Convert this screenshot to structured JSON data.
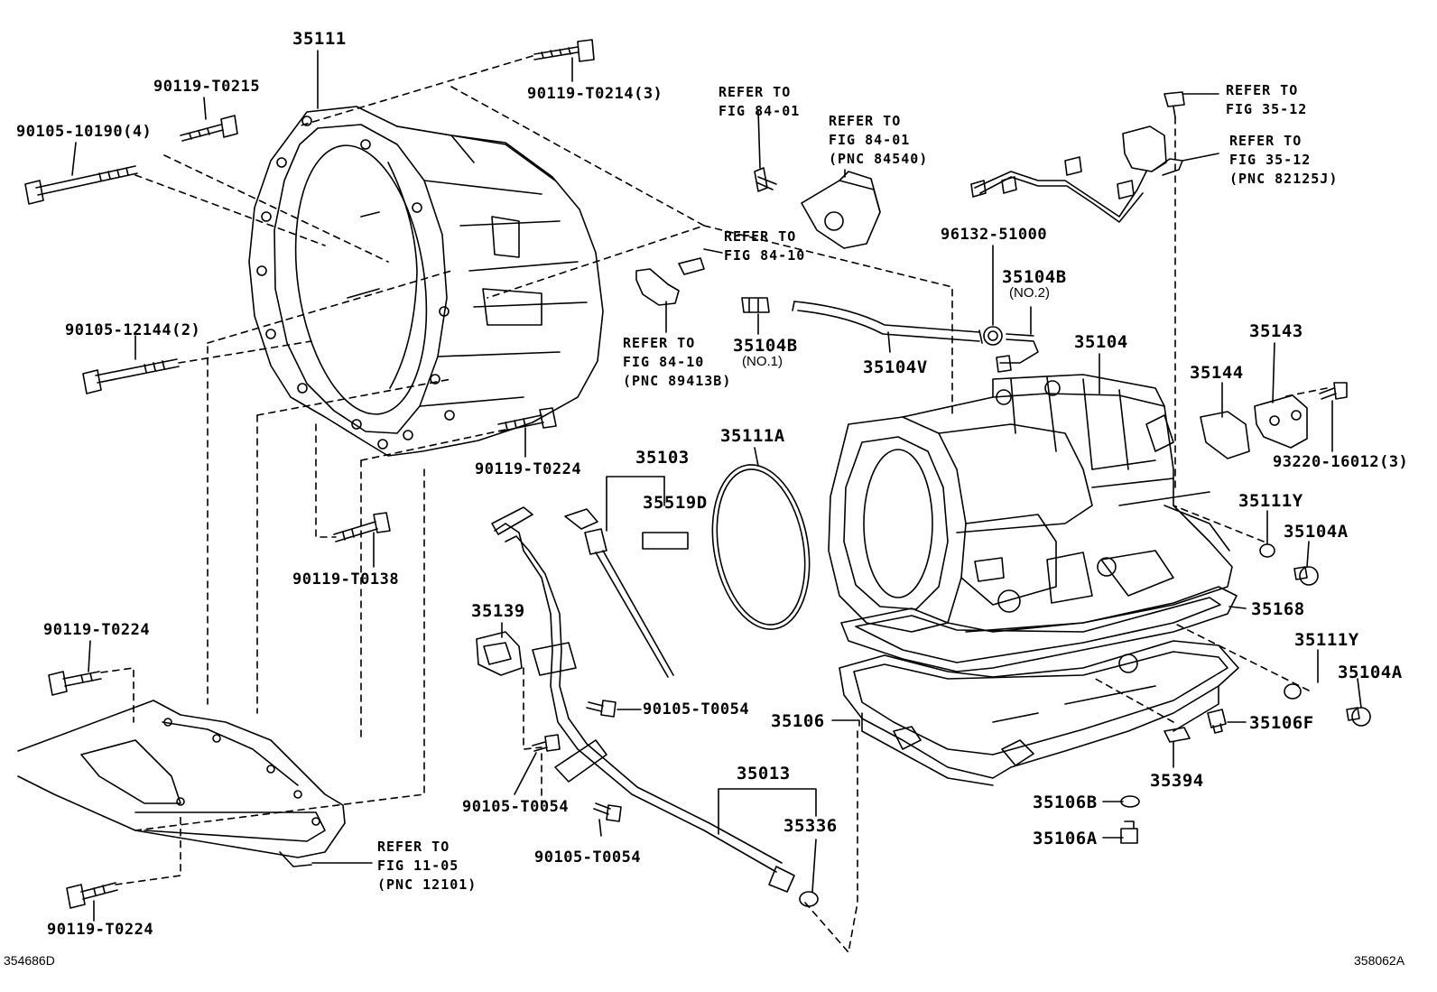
{
  "colors": {
    "line": "#000000",
    "background": "#ffffff"
  },
  "parts": {
    "p35111": "35111",
    "p90119_T0215": "90119-T0215",
    "p90119_T0214": "90119-T0214(3)",
    "p90105_10190": "90105-10190(4)",
    "p90105_12144": "90105-12144(2)",
    "p90119_T0224_a": "90119-T0224",
    "p90119_T0138": "90119-T0138",
    "p90119_T0224_b": "90119-T0224",
    "p90119_T0224_c": "90119-T0224",
    "p35103": "35103",
    "p35519D": "35519D",
    "p35111A": "35111A",
    "p35139": "35139",
    "p90105_T0054_a": "90105-T0054",
    "p90105_T0054_b": "90105-T0054",
    "p90105_T0054_c": "90105-T0054",
    "p35013": "35013",
    "p35336": "35336",
    "p35106": "35106",
    "p35104B_1": "35104B",
    "p35104B_1_sub": "(NO.1)",
    "p35104V": "35104V",
    "p96132_51000": "96132-51000",
    "p35104B_2": "35104B",
    "p35104B_2_sub": "(NO.2)",
    "p35104": "35104",
    "p35143": "35143",
    "p35144": "35144",
    "p93220_16012": "93220-16012(3)",
    "p35111Y_a": "35111Y",
    "p35104A_a": "35104A",
    "p35168": "35168",
    "p35111Y_b": "35111Y",
    "p35104A_b": "35104A",
    "p35106F": "35106F",
    "p35394": "35394",
    "p35106B": "35106B",
    "p35106A": "35106A"
  },
  "refs": {
    "r1": {
      "l1": "REFER TO",
      "l2": "FIG 84-01",
      "l3": ""
    },
    "r2": {
      "l1": "REFER TO",
      "l2": "FIG 84-01",
      "l3": "(PNC 84540)"
    },
    "r3": {
      "l1": "REFER TO",
      "l2": "FIG 84-10",
      "l3": ""
    },
    "r4": {
      "l1": "REFER TO",
      "l2": "FIG 84-10",
      "l3": "(PNC 89413B)"
    },
    "r5": {
      "l1": "REFER TO",
      "l2": "FIG 35-12",
      "l3": ""
    },
    "r6": {
      "l1": "REFER TO",
      "l2": "FIG 35-12",
      "l3": "(PNC 82125J)"
    },
    "r7": {
      "l1": "REFER TO",
      "l2": "FIG 11-05",
      "l3": "(PNC 12101)"
    }
  },
  "illustration_ids": {
    "left": "354686D",
    "right": "358062A"
  }
}
